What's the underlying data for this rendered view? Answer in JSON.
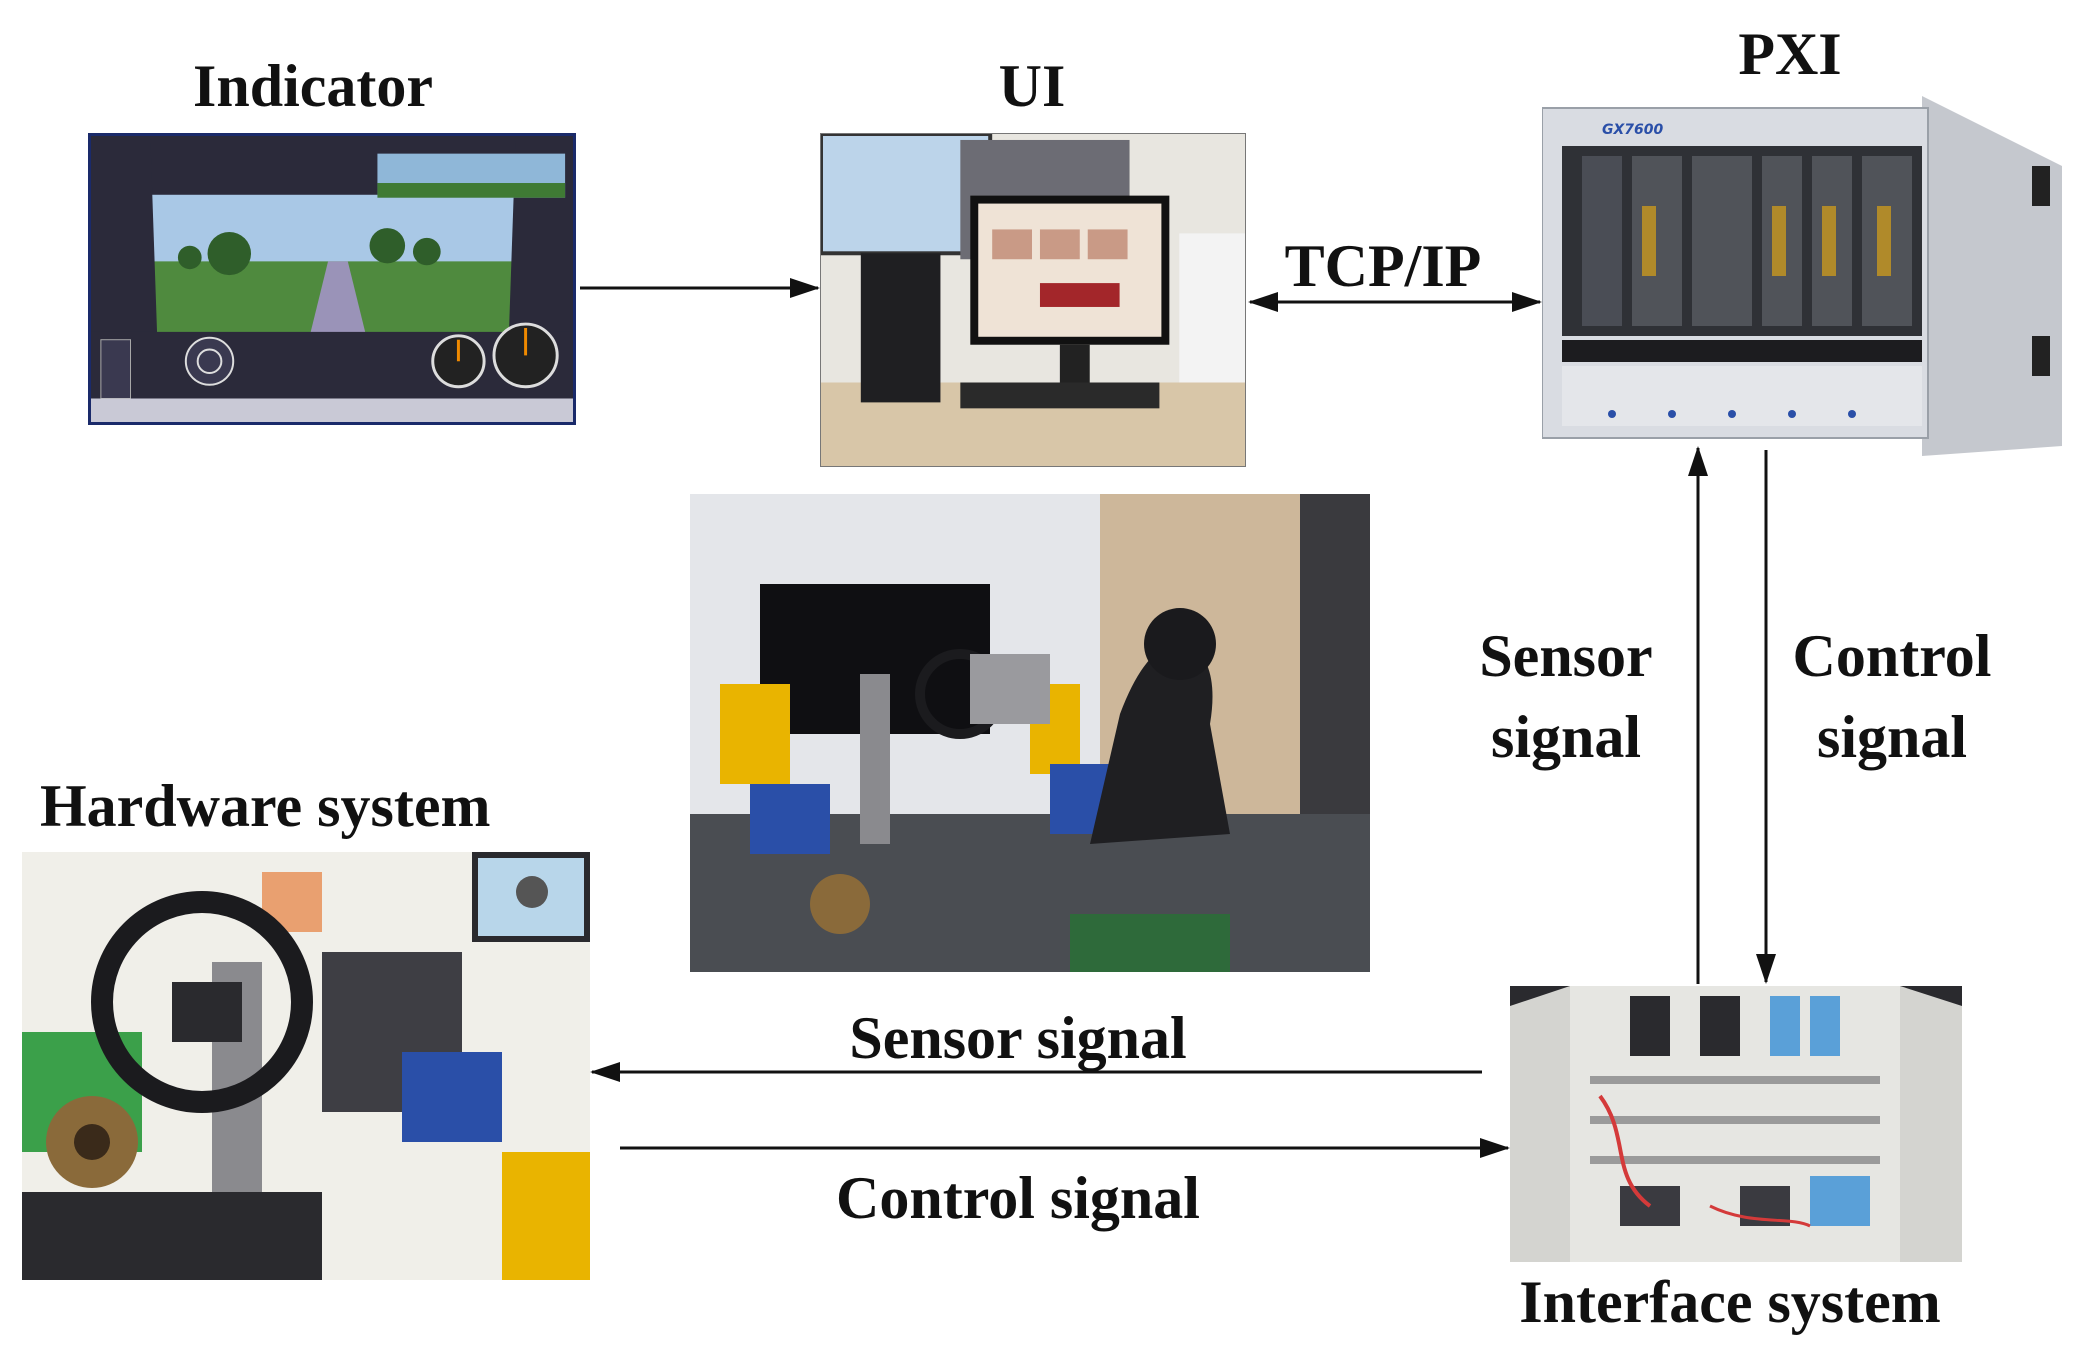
{
  "labels": {
    "indicator": "Indicator",
    "ui": "UI",
    "pxi": "PXI",
    "tcp_ip": "TCP/IP",
    "hardware_system": "Hardware system",
    "interface_system": "Interface system",
    "sensor_signal_vertical": "Sensor signal",
    "control_signal_vertical": "Control signal",
    "sensor_signal_horizontal": "Sensor signal",
    "control_signal_horizontal": "Control signal"
  },
  "device_text": {
    "pxi_model": "GX7600"
  },
  "colors": {
    "text": "#111111",
    "arrow": "#111111",
    "sky": "#a9c8e6",
    "grass": "#4f8a3e",
    "road": "#9a93b8",
    "dash": "#2b2a3a",
    "pxi_panel": "#d9dce2",
    "blue_accent": "#2a4fa8",
    "yellow_accent": "#e9b400"
  }
}
